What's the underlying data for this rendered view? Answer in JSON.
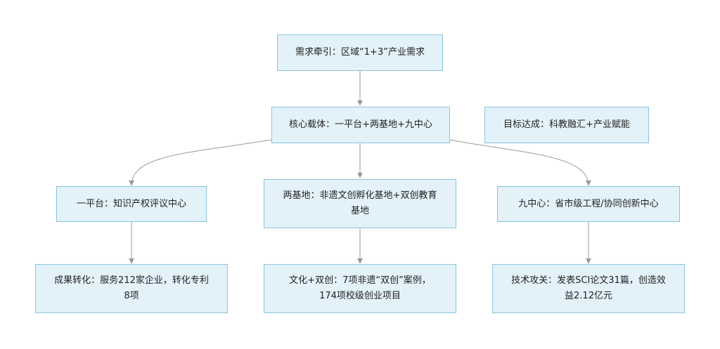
{
  "diagram": {
    "nodes": {
      "demand": "需求牵引：区域“1+3”产业需求",
      "core": "核心载体：一平台+两基地+九中心",
      "goal": "目标达成：科教融汇+产业赋能",
      "platform": "一平台：知识产权评议中心",
      "bases": "两基地：非遗文创孵化基地+双创教育基地",
      "centers": "九中心：省市级工程/协同创新中心",
      "result_platform": "成果转化：服务212家企业，转化专利8项",
      "result_bases": "文化+双创：7项非遗“双创”案例，174项校级创业项目",
      "result_centers": "技术攻关：发表SCI论文31篇，创造效益2.12亿元"
    },
    "colors": {
      "node_fill": "#e3f2f9",
      "node_border": "#8ac3dd",
      "edge": "#999999"
    }
  }
}
